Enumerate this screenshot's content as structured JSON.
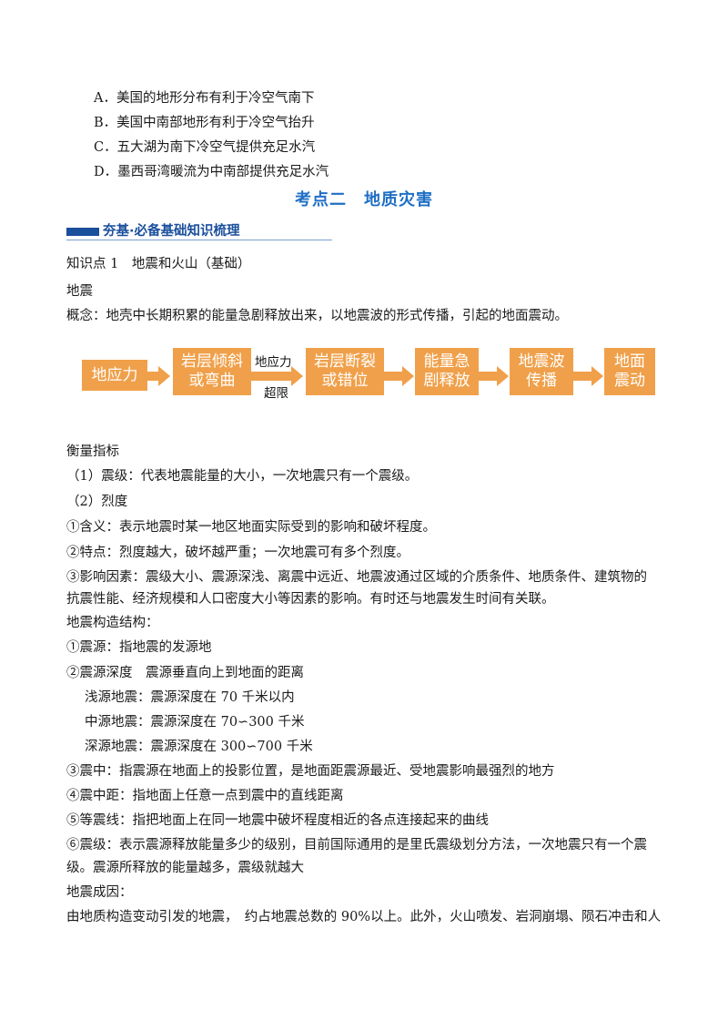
{
  "options": [
    "A．美国的地形分布有利于冷空气南下",
    "B．美国中南部地形有利于冷空气抬升",
    "C．五大湖为南下冷空气提供充足水汽",
    "D．墨西哥湾暖流为中南部提供充足水汽"
  ],
  "section_title": "考点二　地质灾害",
  "banner": "夯基·必备基础知识梳理",
  "flow": {
    "steps": [
      "地应力",
      "岩层倾斜\n或弯曲",
      "岩层断裂\n或错位",
      "能量急\n剧释放",
      "地震波\n传播",
      "地面\n震动"
    ],
    "label_top": "地应力",
    "label_bottom": "超限"
  },
  "lines": [
    "知识点 1　地震和火山（基础）",
    "地震",
    "概念：地壳中长期积累的能量急剧释放出来，以地震波的形式传播，引起的地面震动。",
    "衡量指标",
    "（1）震级：代表地震能量的大小，一次地震只有一个震级。",
    "（2）烈度",
    "①含义：表示地震时某一地区地面实际受到的影响和破坏程度。",
    "②特点：烈度越大，破坏越严重；一次地震可有多个烈度。",
    "③影响因素：震级大小、震源深浅、离震中远近、地震波通过区域的介质条件、地质条件、建筑物的",
    "抗震性能、经济规模和人口密度大小等因素的影响。有时还与地震发生时间有关联。",
    "地震构造结构：",
    "①震源：指地震的发源地",
    "②震源深度　震源垂直向上到地面的距离",
    "浅源地震：震源深度在 70 千米以内",
    "中源地震：震源深度在 70∽300 千米",
    "深源地震：震源深度在 300∽700 千米",
    "③震中：指震源在地面上的投影位置，是地面距震源最近、受地震影响最强烈的地方",
    "④震中距：指地面上任意一点到震中的直线距离",
    "⑤等震线：指把地面上在同一地震中破坏程度相近的各点连接起来的曲线",
    "⑥震级：表示震源释放能量多少的级别，目前国际通用的是里氏震级划分方法，一次地震只有一个震",
    "级。震源所释放的能量越多，震级就越大",
    "地震成因：",
    "由地质构造变动引发的地震，　约占地震总数的 90%以上。此外，火山喷发、岩洞崩塌、陨石冲击和人"
  ]
}
